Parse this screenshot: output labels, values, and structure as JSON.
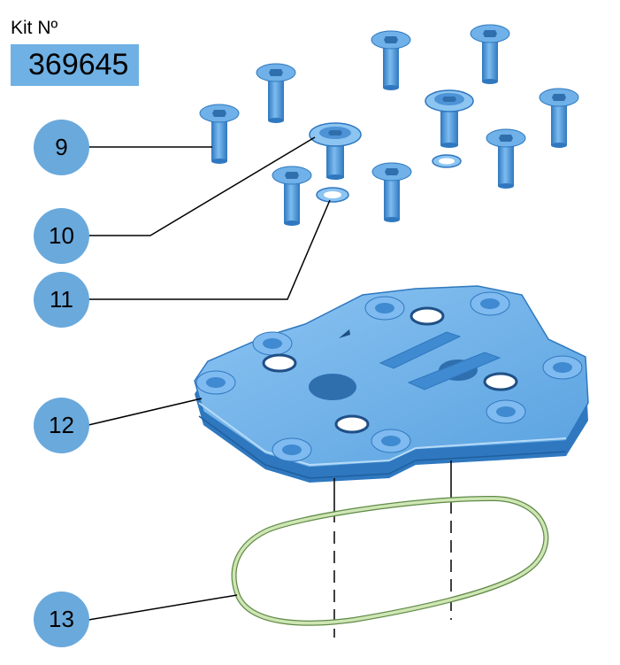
{
  "kit": {
    "label": "Kit Nº",
    "number": "369645"
  },
  "callouts": [
    {
      "id": "9",
      "text": "9"
    },
    {
      "id": "10",
      "text": "10"
    },
    {
      "id": "11",
      "text": "11"
    },
    {
      "id": "12",
      "text": "12"
    },
    {
      "id": "13",
      "text": "13"
    }
  ],
  "colors": {
    "part_blue": "#5aa2e0",
    "part_dark": "#2f78bf",
    "part_light": "#9fcdf3",
    "oring_green": "#cfe6b4",
    "callout_fill": "#6aa9dc",
    "kit_box": "#6fb1e4"
  }
}
